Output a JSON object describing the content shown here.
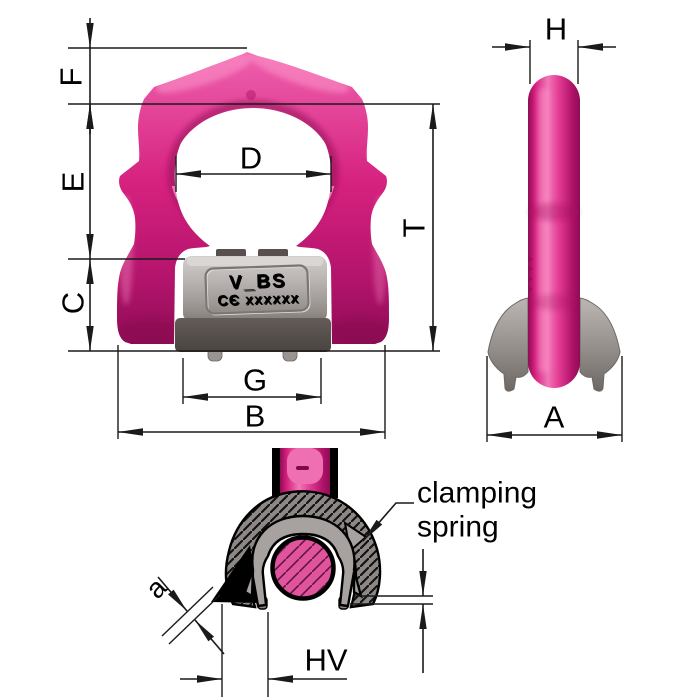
{
  "drawing": {
    "plate": {
      "line1": "V_BS",
      "line2": "CЄ xxxxxx"
    },
    "callout": {
      "line1": "clamping",
      "line2": "spring"
    },
    "dimensions": {
      "front": {
        "F": "F",
        "E": "E",
        "C": "C",
        "D": "D",
        "G": "G",
        "B": "B",
        "T": "T"
      },
      "side": {
        "H": "H",
        "A": "A"
      },
      "section": {
        "a": "a",
        "HV": "HV"
      }
    },
    "colors": {
      "pink": "#d6217f",
      "pink_light": "#f283bd",
      "pink_dark": "#8f0c55",
      "steel_gray": "#a7a19f",
      "block_gray": "#b7b2b0",
      "dark_gray": "#57504e",
      "section_pin": "#e0549e",
      "line": "#1a1a1a",
      "background": "#ffffff"
    }
  }
}
